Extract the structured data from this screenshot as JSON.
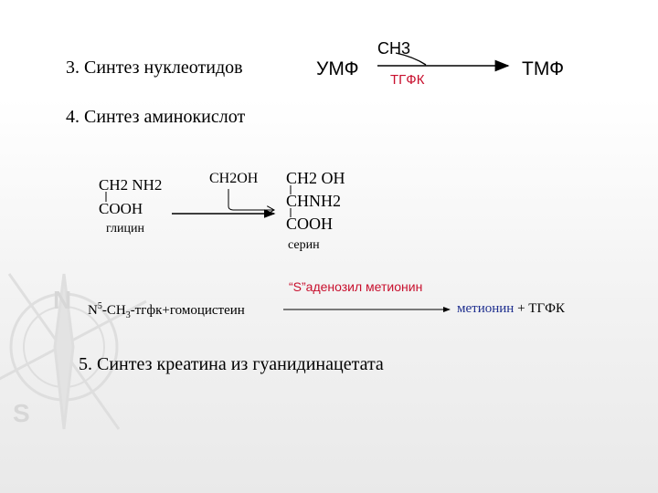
{
  "colors": {
    "enzyme_red": "#c8102e",
    "methionine_blue": "#1f2f8f",
    "watermark": "#dcdcdc"
  },
  "watermark_icon": "compass-icon",
  "watermark_letters": [
    "N",
    "S"
  ],
  "section3": {
    "heading": "3. Синтез нуклеотидов",
    "substrate": "УМФ",
    "methyl": "СН3",
    "enzyme": "ТГФК",
    "product": "ТМФ"
  },
  "section4": {
    "heading": "4. Синтез аминокислот",
    "glycine": {
      "line1": "CH2 NH2",
      "line2": "COOH",
      "name": "глицин"
    },
    "donor": "CH2OH",
    "serine": {
      "line1": "CH2 OH",
      "line2": "CHNH2",
      "line3": "COOH",
      "name": "серин"
    },
    "methylation": {
      "reactant_prefix": "N",
      "reactant_sup": "5",
      "reactant_mid": "-CH",
      "reactant_sub": "3",
      "reactant_suffix": "-тгфк+гомоцистеин",
      "cofactor": "“S”аденозил метионин",
      "product_blue": "метионин",
      "product_rest": " + ТГФК"
    }
  },
  "section5": {
    "heading": "5. Синтез креатина из гуанидинацетата"
  }
}
